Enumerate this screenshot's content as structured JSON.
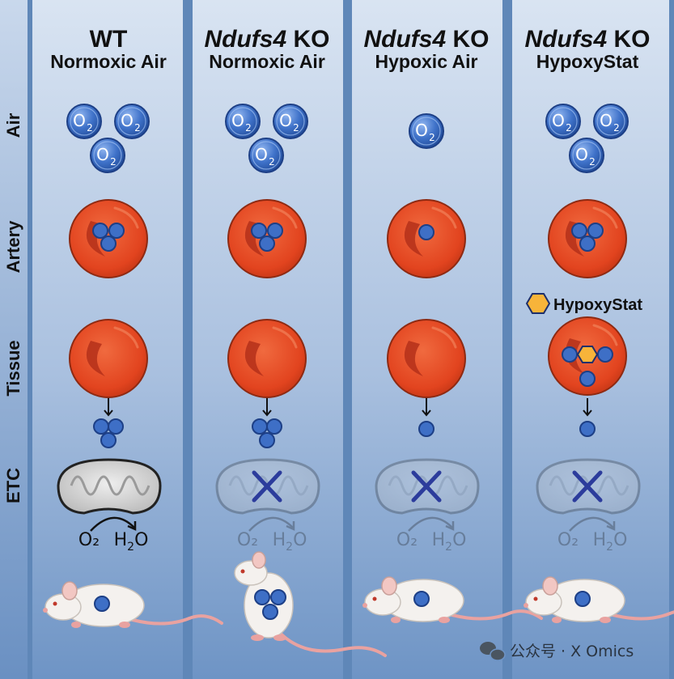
{
  "row_labels": [
    "Air",
    "Artery",
    "Tissue",
    "ETC"
  ],
  "columns": [
    {
      "title_italic": "",
      "title_rest": "WT",
      "subtitle": "Normoxic Air"
    },
    {
      "title_italic": "Ndufs4",
      "title_rest": " KO",
      "subtitle": "Normoxic Air"
    },
    {
      "title_italic": "Ndufs4",
      "title_rest": " KO",
      "subtitle": "Hypoxic Air"
    },
    {
      "title_italic": "Ndufs4",
      "title_rest": " KO",
      "subtitle": "HypoxyStat"
    }
  ],
  "oxygen": {
    "symbol": "O",
    "subscript": "2"
  },
  "reaction": {
    "reactant": "O₂",
    "product_base": "H",
    "product_sub": "2",
    "product_end": "O"
  },
  "drug_label": "HypoxyStat",
  "watermark": "公众号 · X Omics",
  "colors": {
    "panel_top": "#d7e3f1",
    "panel_bottom": "#6d93c4",
    "o2_fill": "#3c6fc4",
    "rbc": "#e2441f",
    "rbc_dark": "#b8331a",
    "inhibit_x": "#2c3c9c",
    "drug": "#f7b43a"
  }
}
